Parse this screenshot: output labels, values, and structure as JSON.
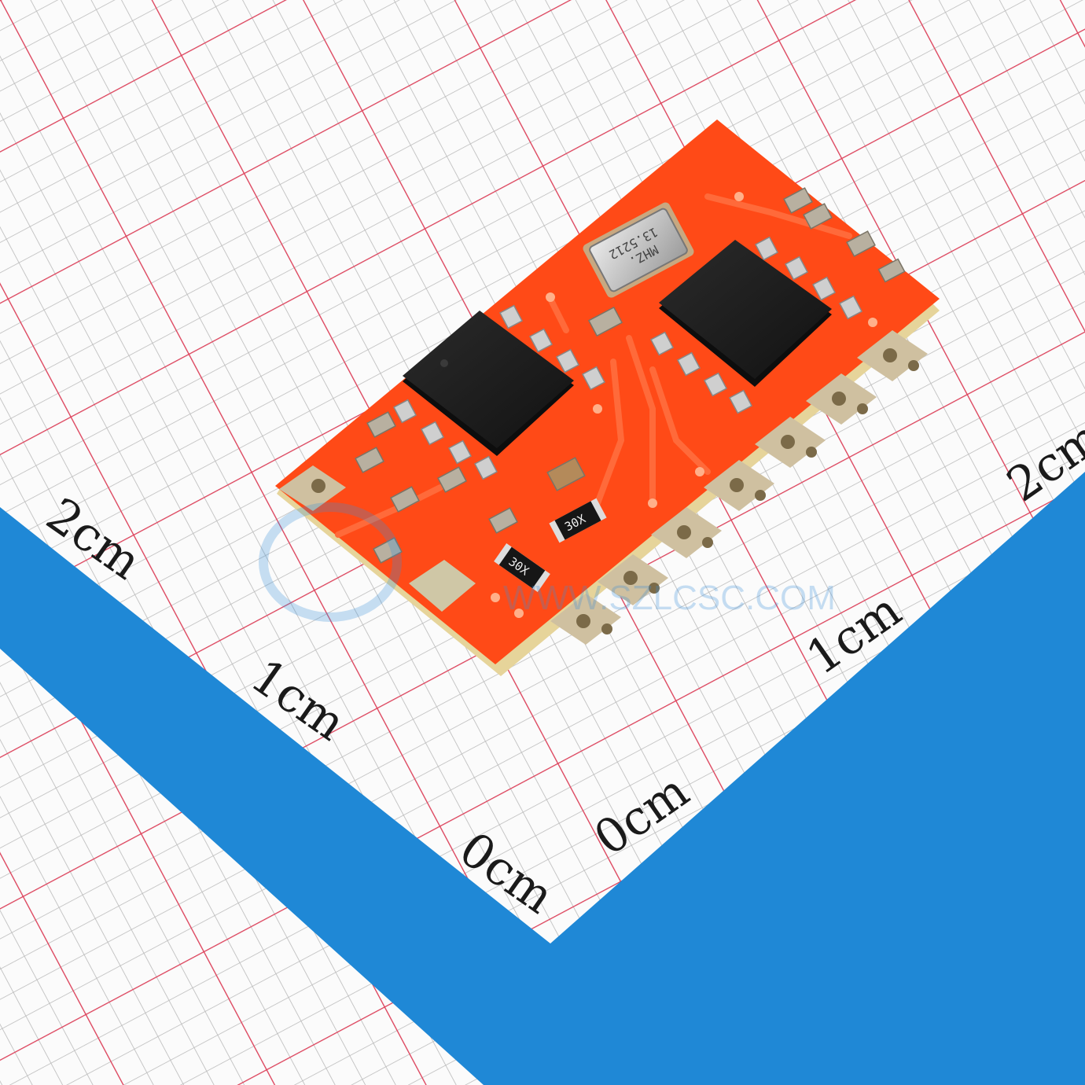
{
  "ruler": {
    "left_labels": [
      "2cm",
      "1cm",
      "0cm"
    ],
    "right_labels": [
      "2cm",
      "1cm",
      "0cm"
    ]
  },
  "components": {
    "crystal_line1": "13.5212",
    "crystal_line2": "MHZ.",
    "resistor_a": "30X",
    "resistor_b": "30X"
  },
  "watermark": {
    "url": "WWW.SZLCSC.COM"
  },
  "colors": {
    "grid_fine": "#b9b9b9",
    "grid_major": "#e0405a",
    "ruler_blue": "#1f88d6",
    "pcb": "#ff4a17",
    "pcb_edge": "#e8d9a2",
    "chip": "#1b1b1b",
    "pad": "#c9c2a8"
  }
}
